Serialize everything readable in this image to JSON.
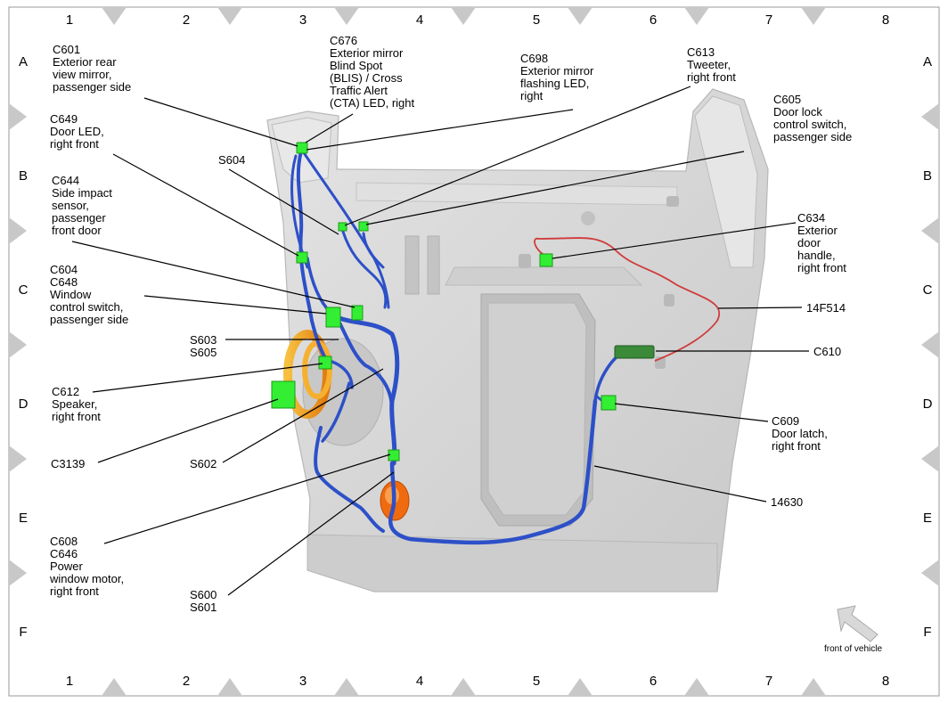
{
  "grid": {
    "columns": [
      "1",
      "2",
      "3",
      "4",
      "5",
      "6",
      "7",
      "8"
    ],
    "rows": [
      "A",
      "B",
      "C",
      "D",
      "E",
      "F"
    ]
  },
  "callouts": {
    "c601": [
      "C601",
      "Exterior rear",
      "view mirror,",
      "passenger side"
    ],
    "c676": [
      "C676",
      "Exterior mirror",
      "Blind Spot",
      "(BLIS) / Cross",
      "Traffic Alert",
      "(CTA) LED, right"
    ],
    "c698": [
      "C698",
      "Exterior mirror",
      "flashing LED,",
      "right"
    ],
    "c613": [
      "C613",
      "Tweeter,",
      "right front"
    ],
    "c605": [
      "C605",
      "Door lock",
      "control switch,",
      "passenger side"
    ],
    "c649": [
      "C649",
      "Door LED,",
      "right front"
    ],
    "s604": [
      "S604"
    ],
    "c644": [
      "C644",
      "Side impact",
      "sensor,",
      "passenger",
      "front door"
    ],
    "c634": [
      "C634",
      "Exterior",
      "door",
      "handle,",
      "right front"
    ],
    "c604": [
      "C604",
      "C648",
      "Window",
      "control switch,",
      "passenger side"
    ],
    "f14f514": [
      "14F514"
    ],
    "s603": [
      "S603",
      "S605"
    ],
    "c610": [
      "C610"
    ],
    "c612": [
      "C612",
      "Speaker,",
      "right front"
    ],
    "c609": [
      "C609",
      "Door latch,",
      "right front"
    ],
    "c3139": [
      "C3139"
    ],
    "s602": [
      "S602"
    ],
    "h14630": [
      "14630"
    ],
    "c608": [
      "C608",
      "C646",
      "Power",
      "window motor,",
      "right front"
    ],
    "s600": [
      "S600",
      "S601"
    ]
  },
  "front_of_vehicle": "front of vehicle",
  "colors": {
    "harness_blue": "#2d50c8",
    "harness_red": "#d03a3a",
    "connector_green": "#33ee33",
    "panel_grey": "#d9d9d9",
    "speaker_orange": "#f0a020",
    "motor_orange": "#f06a10",
    "grid_marker_grey": "#c8c8c8"
  }
}
